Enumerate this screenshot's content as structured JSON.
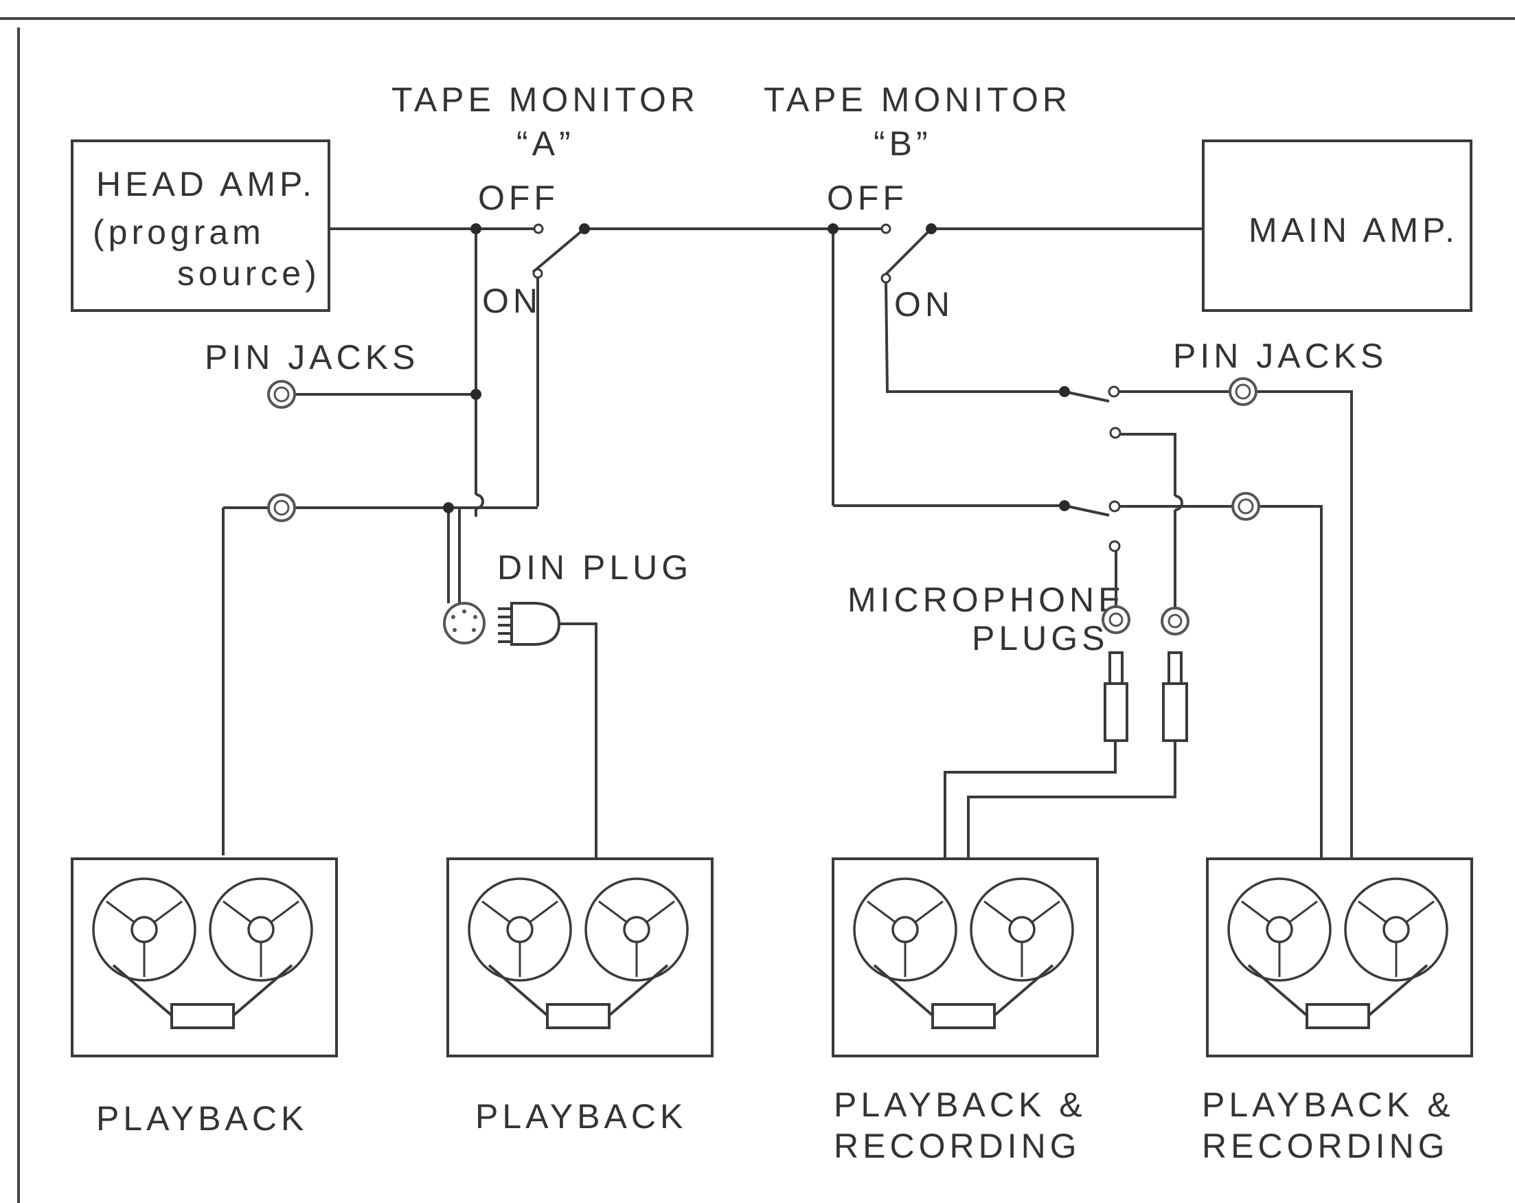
{
  "labels": {
    "tape_monitor_a_line1": "TAPE  MONITOR",
    "tape_monitor_a_line2": "“A”",
    "tape_monitor_b_line1": "TAPE  MONITOR",
    "tape_monitor_b_line2": "“B”",
    "head_amp_line1": "HEAD  AMP.",
    "head_amp_line2": "(program",
    "head_amp_line3": "source)",
    "main_amp": "MAIN  AMP.",
    "off_a": "OFF",
    "on_a": "ON",
    "off_b": "OFF",
    "on_b": "ON",
    "pin_jacks_left": "PIN  JACKS",
    "pin_jacks_right": "PIN  JACKS",
    "din_plug": "DIN  PLUG",
    "microphone_line1": "MICROPHONE",
    "microphone_line2": "PLUGS",
    "deck1_label": "PLAYBACK",
    "deck2_label": "PLAYBACK",
    "deck3_line1": "PLAYBACK  &",
    "deck3_line2": "RECORDING",
    "deck4_line1": "PLAYBACK  &",
    "deck4_line2": "RECORDING"
  },
  "icons": [
    "tape-deck-icon",
    "pin-jack-icon",
    "din-socket-icon",
    "din-plug-icon",
    "microphone-plug-icon",
    "switch-icon"
  ],
  "colors": {
    "line": "#3a3a3a",
    "text": "#333333",
    "background": "#ffffff"
  }
}
